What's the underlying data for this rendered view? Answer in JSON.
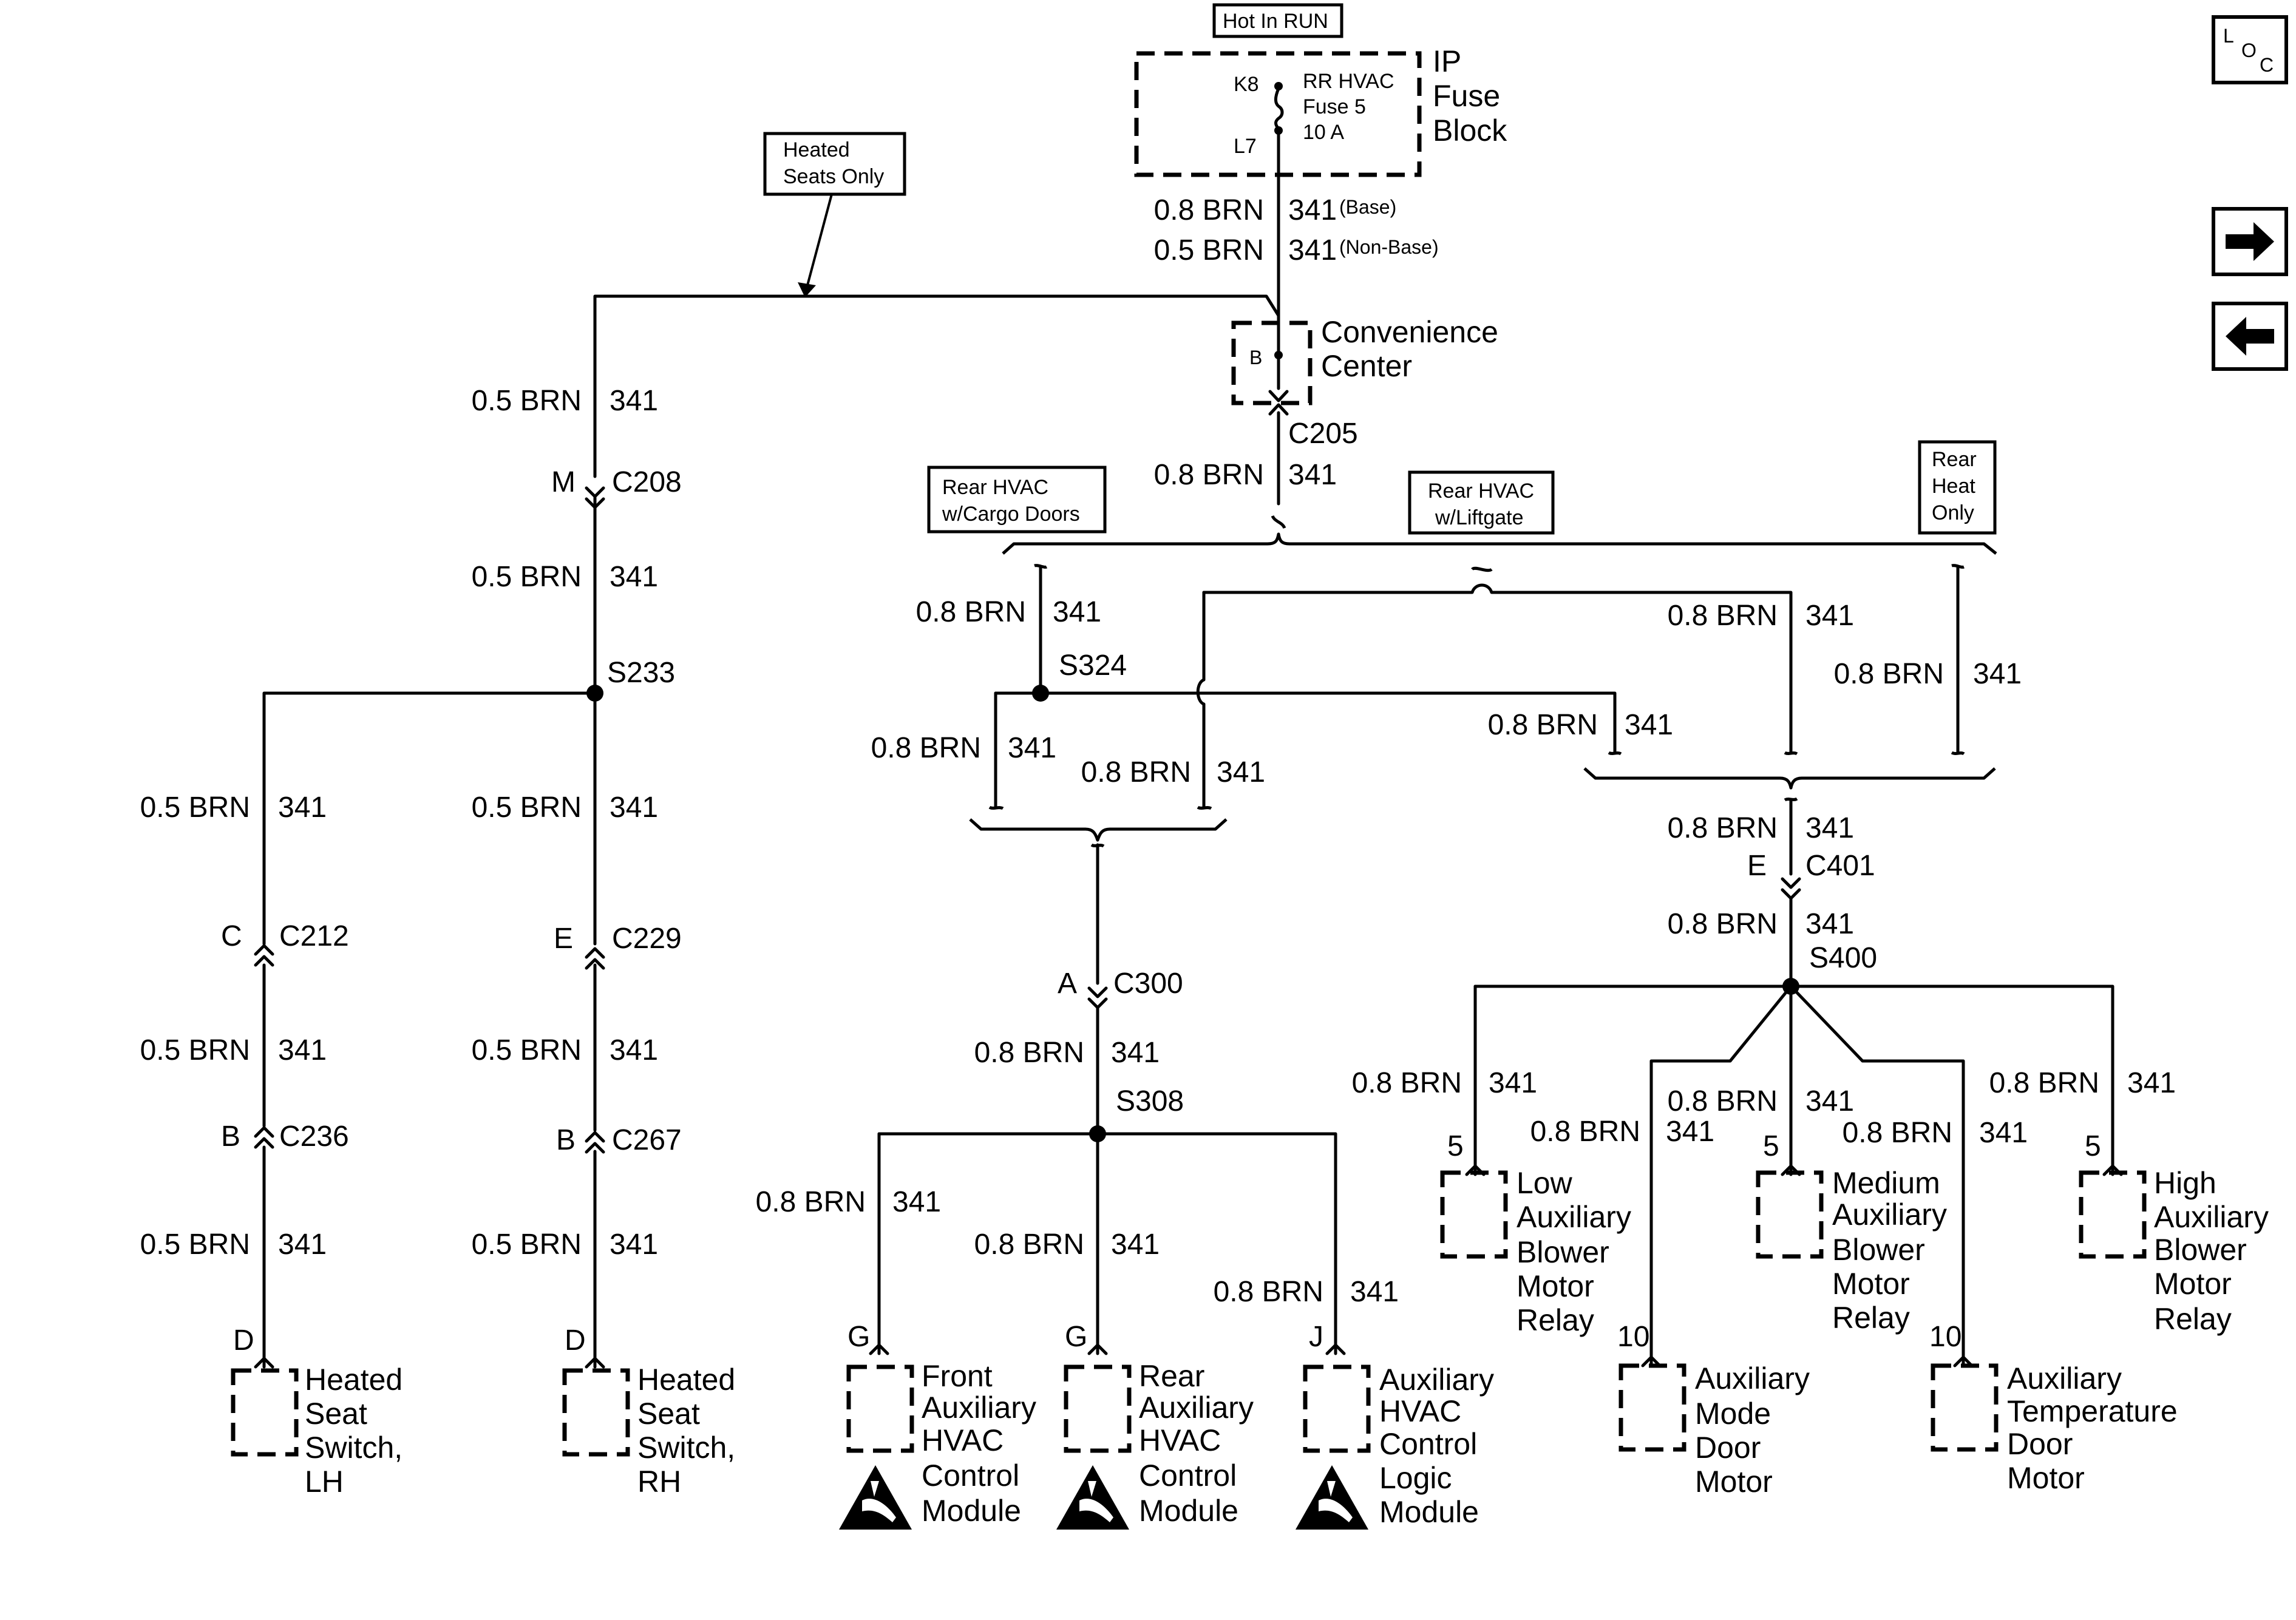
{
  "colors": {
    "ink": "#000000",
    "background": "#ffffff"
  },
  "nav": {
    "loc_l": "L",
    "loc_o": "O",
    "loc_c": "C",
    "forward_icon": "right-arrow-icon",
    "back_icon": "left-arrow-icon"
  },
  "esd_icon": "esd-warning-icon",
  "boxes": {
    "hot_in_run": "Hot In RUN",
    "heated_seats_1": "Heated",
    "heated_seats_2": "Seats Only",
    "cargo_1": "Rear HVAC",
    "cargo_2": "w/Cargo Doors",
    "liftgate_1": "Rear HVAC",
    "liftgate_2": "w/Liftgate",
    "rear_heat_1": "Rear",
    "rear_heat_2": "Heat",
    "rear_heat_3": "Only"
  },
  "fuse": {
    "pin_top": "K8",
    "pin_bottom": "L7",
    "l1": "RR HVAC",
    "l2": "Fuse 5",
    "l3": "10 A",
    "block_1": "IP",
    "block_2": "Fuse",
    "block_3": "Block"
  },
  "wires": {
    "w_brn08": "0.8 BRN",
    "w_brn05": "0.5 BRN",
    "circuit": "341",
    "base": "(Base)",
    "nonbase": "(Non-Base)"
  },
  "convenience": {
    "pin": "B",
    "l1": "Convenience",
    "l2": "Center"
  },
  "connectors": {
    "c205": "C205",
    "c208": "C208",
    "c208_pin": "M",
    "c212": "C212",
    "c212_pin": "C",
    "c229": "C229",
    "c229_pin": "E",
    "c236": "C236",
    "c236_pin": "B",
    "c267": "C267",
    "c267_pin": "B",
    "c300": "C300",
    "c300_pin": "A",
    "c401": "C401",
    "c401_pin": "E"
  },
  "splices": {
    "s233": "S233",
    "s324": "S324",
    "s308": "S308",
    "s400": "S400"
  },
  "components": {
    "seat_lh": {
      "pin": "D",
      "l1": "Heated",
      "l2": "Seat",
      "l3": "Switch,",
      "l4": "LH"
    },
    "seat_rh": {
      "pin": "D",
      "l1": "Heated",
      "l2": "Seat",
      "l3": "Switch,",
      "l4": "RH"
    },
    "front_aux": {
      "pin": "G",
      "l1": "Front",
      "l2": "Auxiliary",
      "l3": "HVAC",
      "l4": "Control",
      "l5": "Module"
    },
    "rear_aux": {
      "pin": "G",
      "l1": "Rear",
      "l2": "Auxiliary",
      "l3": "HVAC",
      "l4": "Control",
      "l5": "Module"
    },
    "logic": {
      "pin": "J",
      "l1": "Auxiliary",
      "l2": "HVAC",
      "l3": "Control",
      "l4": "Logic",
      "l5": "Module"
    },
    "low_relay": {
      "pin": "5",
      "l1": "Low",
      "l2": "Auxiliary",
      "l3": "Blower",
      "l4": "Motor",
      "l5": "Relay"
    },
    "mode_door": {
      "pin": "10",
      "l1": "Auxiliary",
      "l2": "Mode",
      "l3": "Door",
      "l4": "Motor"
    },
    "med_relay": {
      "pin": "5",
      "l1": "Medium",
      "l2": "Auxiliary",
      "l3": "Blower",
      "l4": "Motor",
      "l5": "Relay"
    },
    "temp_door": {
      "pin": "10",
      "l1": "Auxiliary",
      "l2": "Temperature",
      "l3": "Door",
      "l4": "Motor"
    },
    "high_relay": {
      "pin": "5",
      "l1": "High",
      "l2": "Auxiliary",
      "l3": "Blower",
      "l4": "Motor",
      "l5": "Relay"
    }
  }
}
